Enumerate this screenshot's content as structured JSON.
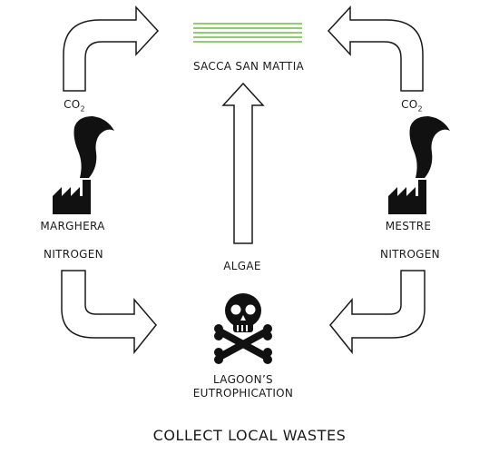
{
  "diagram": {
    "place_top": "SACCA SAN MATTIA",
    "left_co2": {
      "main": "CO",
      "sub": "2"
    },
    "right_co2": {
      "main": "CO",
      "sub": "2"
    },
    "left_source": "MARGHERA",
    "right_source": "MESTRE",
    "left_nitrogen": "NITROGEN",
    "right_nitrogen": "NITROGEN",
    "center_label": "ALGAE",
    "bottom_line1": "LAGOON’S",
    "bottom_line2": "EUTROPHICATION",
    "caption": "COLLECT LOCAL WASTES"
  },
  "icons": {
    "left_factory": "factory-smoke-icon",
    "right_factory": "factory-smoke-icon",
    "skull": "skull-crossbones-icon",
    "field": "green-stripes-icon"
  },
  "colors": {
    "stroke": "#1a1a1a",
    "green": "#6cbf3f",
    "background": "#ffffff"
  }
}
